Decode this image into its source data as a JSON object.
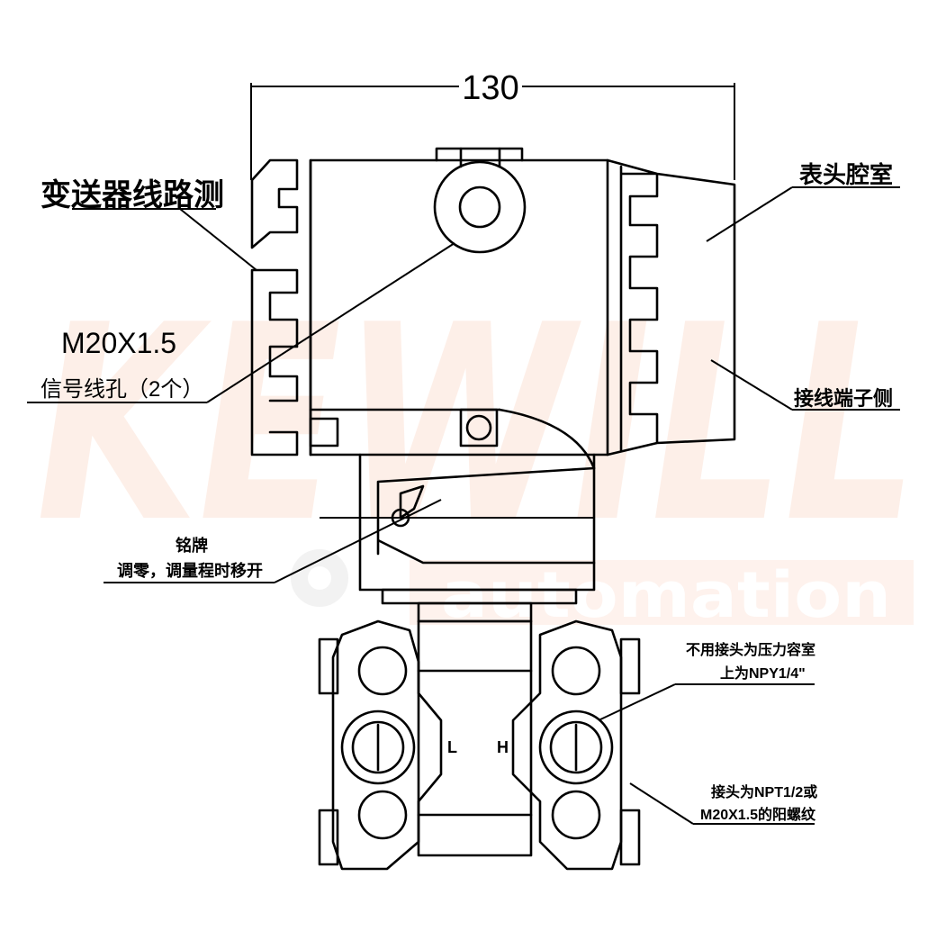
{
  "dimension": {
    "width_label": "130"
  },
  "callouts": {
    "transmitter_line_test": "变送器线路测",
    "meter_head_chamber": "表头腔室",
    "thread_spec": "M20X1.5",
    "signal_wire_holes": "信号线孔（2个）",
    "terminal_side": "接线端子侧",
    "nameplate": "铭牌",
    "adjust_note": "调零，调量程时移开",
    "unused_port_line1": "不用接头为压力容室",
    "unused_port_line2": "上为NPY1/4\"",
    "connector_line1": "接头为NPT1/2或",
    "connector_line2": "M20X1.5的阳螺纹"
  },
  "flange_labels": {
    "low": "L",
    "high": "H"
  },
  "watermark": {
    "brand": "KEWILL",
    "sub": "automation",
    "color": "#f2804c"
  }
}
